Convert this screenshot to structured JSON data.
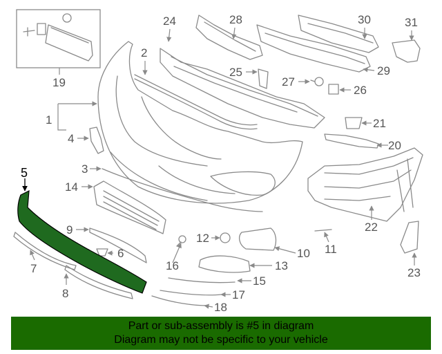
{
  "callouts": {
    "c1": "1",
    "c2": "2",
    "c3": "3",
    "c4": "4",
    "c5": "5",
    "c6": "6",
    "c7": "7",
    "c8": "8",
    "c9": "9",
    "c10": "10",
    "c11": "11",
    "c12": "12",
    "c13": "13",
    "c14": "14",
    "c15": "15",
    "c16": "16",
    "c17": "17",
    "c18": "18",
    "c19": "19",
    "c20": "20",
    "c21": "21",
    "c22": "22",
    "c23": "23",
    "c24": "24",
    "c25": "25",
    "c26": "26",
    "c27": "27",
    "c28": "28",
    "c29": "29",
    "c30": "30",
    "c31": "31"
  },
  "highlight_color": "#1a6b00",
  "banner": {
    "line1": "Part or sub-assembly is #5 in diagram",
    "line2": "Diagram may not be specific to your vehicle"
  }
}
